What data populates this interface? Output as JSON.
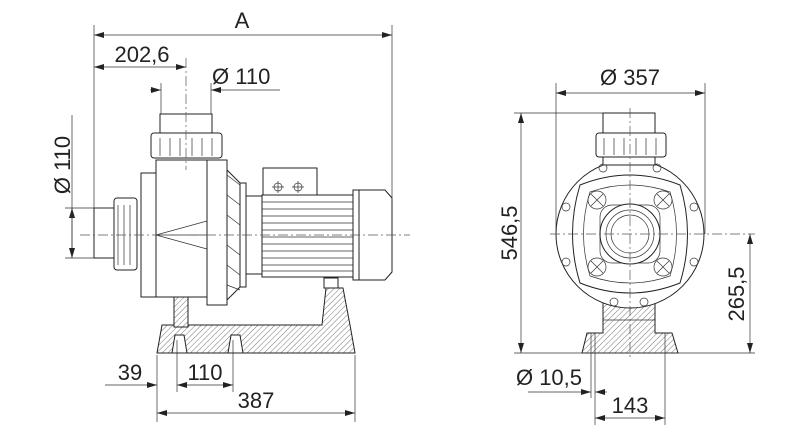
{
  "drawing": {
    "title": "Pump dimensional drawing",
    "side_view": {
      "dim_overall_length": "A",
      "dim_inlet_to_outlet_axis": "202,6",
      "dim_outlet_diameter": "Ø 110",
      "dim_inlet_diameter": "Ø 110",
      "dim_foot_offset": "39",
      "dim_foot_hole_spacing": "110",
      "dim_base_length": "387"
    },
    "front_view": {
      "dim_housing_diameter": "Ø 357",
      "dim_total_height": "546,5",
      "dim_axis_height": "265,5",
      "dim_hole_diameter": "Ø 10,5",
      "dim_base_width": "143"
    }
  }
}
